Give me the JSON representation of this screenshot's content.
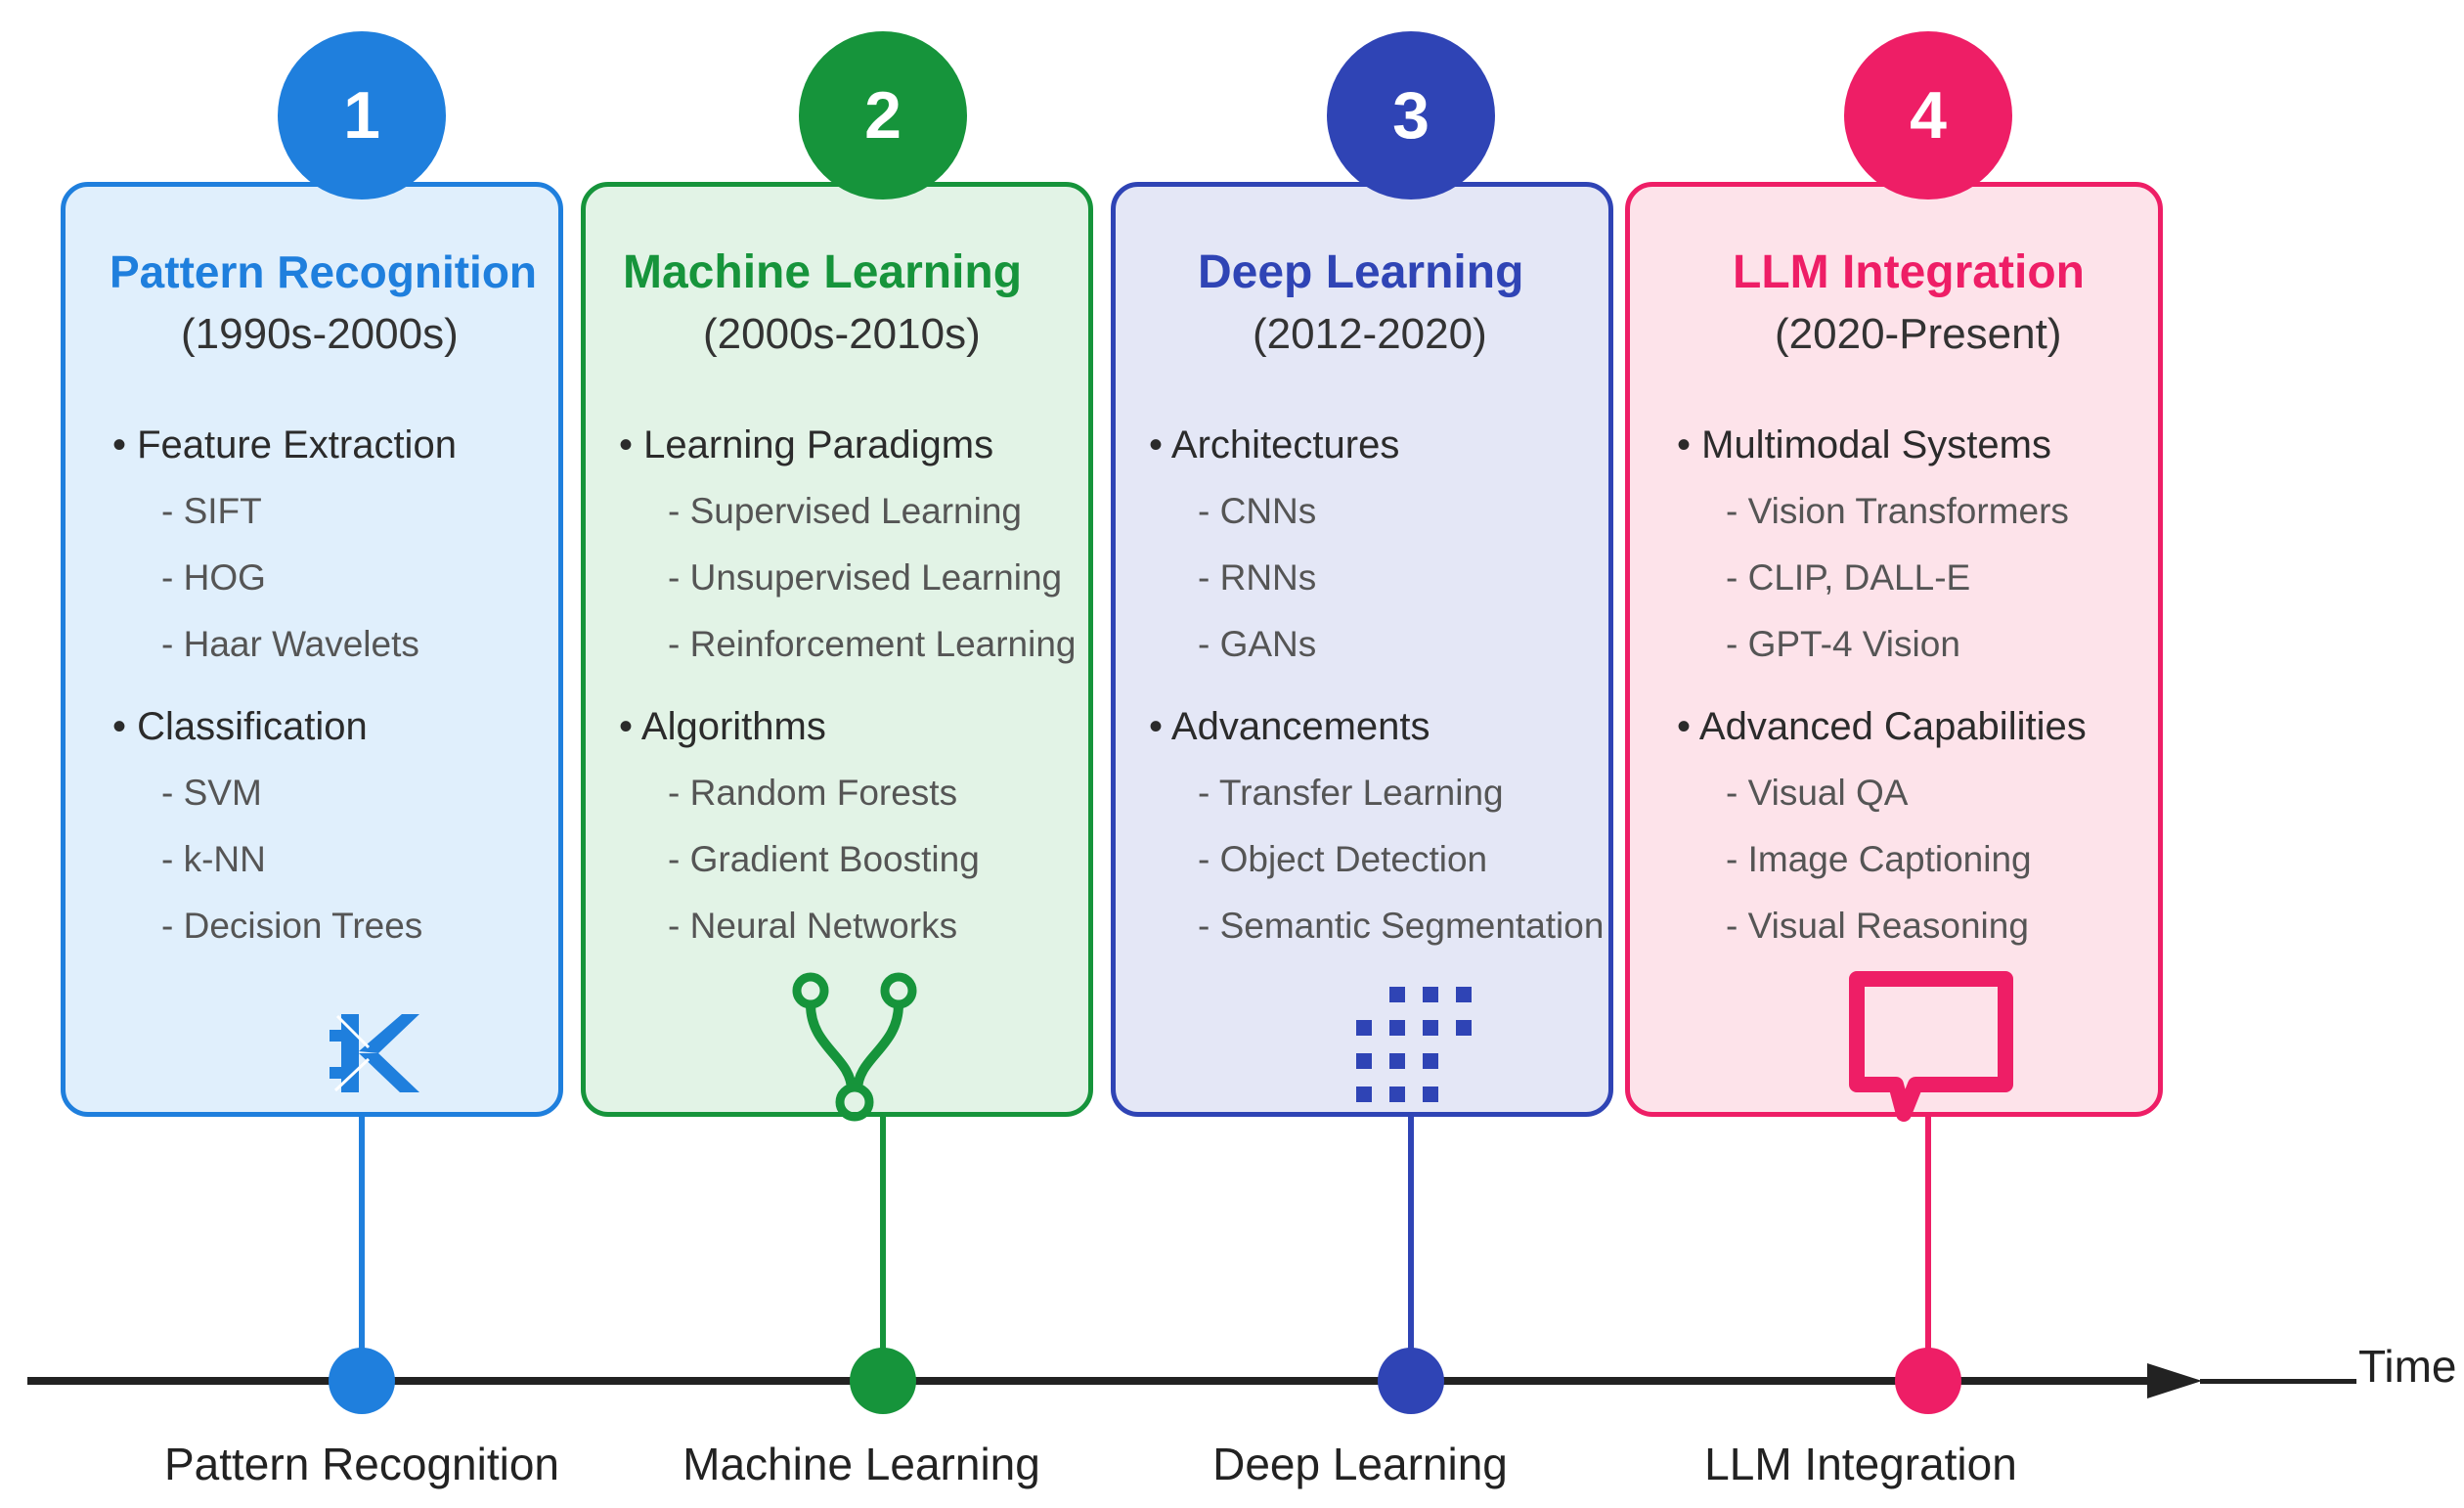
{
  "axis": {
    "label": "Time"
  },
  "colors": {
    "stage1": "#1f7fdd",
    "stage2": "#16943b",
    "stage3": "#2f44b5",
    "stage4": "#ee1e66"
  },
  "stages": [
    {
      "number": "1",
      "title": "Pattern Recognition",
      "period": "(1990s-2000s)",
      "icon": "sift-keypoint-icon",
      "groups": [
        {
          "heading": "• Feature Extraction",
          "items": [
            "- SIFT",
            "- HOG",
            "- Haar Wavelets"
          ]
        },
        {
          "heading": "• Classification",
          "items": [
            "- SVM",
            "- k-NN",
            "- Decision Trees"
          ]
        }
      ],
      "timeline_label": "Pattern Recognition"
    },
    {
      "number": "2",
      "title": "Machine Learning",
      "period": "(2000s-2010s)",
      "icon": "branch-fork-icon",
      "groups": [
        {
          "heading": "• Learning Paradigms",
          "items": [
            "- Supervised Learning",
            "- Unsupervised Learning",
            "- Reinforcement Learning"
          ]
        },
        {
          "heading": "• Algorithms",
          "items": [
            "- Random Forests",
            "- Gradient Boosting",
            "- Neural Networks"
          ]
        }
      ],
      "timeline_label": "Machine Learning"
    },
    {
      "number": "3",
      "title": "Deep Learning",
      "period": "(2012-2020)",
      "icon": "dot-grid-icon",
      "groups": [
        {
          "heading": "• Architectures",
          "items": [
            "- CNNs",
            "- RNNs",
            "- GANs"
          ]
        },
        {
          "heading": "• Advancements",
          "items": [
            "- Transfer Learning",
            "- Object Detection",
            "- Semantic Segmentation"
          ]
        }
      ],
      "timeline_label": "Deep Learning"
    },
    {
      "number": "4",
      "title": "LLM Integration",
      "period": "(2020-Present)",
      "icon": "chat-bubble-icon",
      "groups": [
        {
          "heading": "• Multimodal Systems",
          "items": [
            "- Vision Transformers",
            "- CLIP, DALL-E",
            "- GPT-4 Vision"
          ]
        },
        {
          "heading": "• Advanced Capabilities",
          "items": [
            "- Visual QA",
            "- Image Captioning",
            "- Visual Reasoning"
          ]
        }
      ],
      "timeline_label": "LLM Integration"
    }
  ]
}
